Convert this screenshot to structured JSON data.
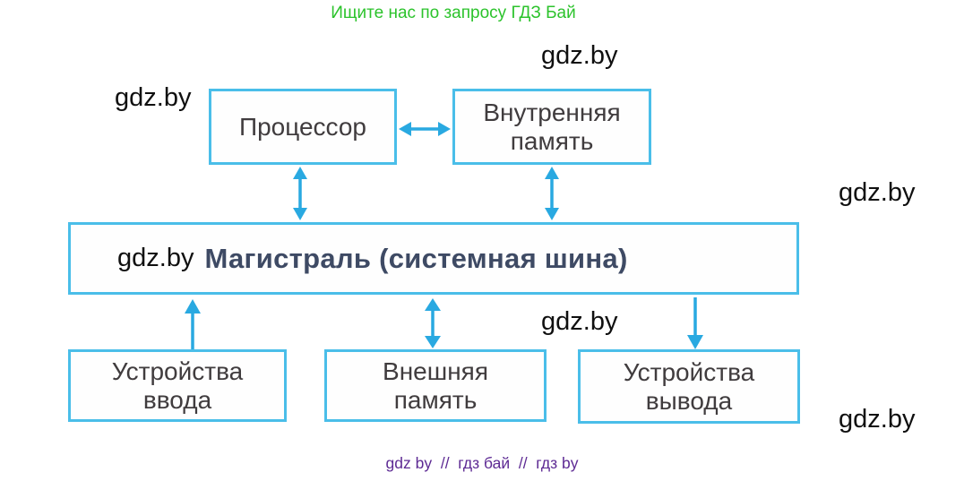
{
  "header": {
    "text": "Ищите нас по запросу ГДЗ Бай"
  },
  "footer": {
    "text": "gdz by  //  гдз бай  //  гдз by"
  },
  "watermark": {
    "text": "gdz.by"
  },
  "colors": {
    "header_green": "#2cc32c",
    "footer_purple": "#5e2b94",
    "box_border_blue": "#4abee9",
    "arrow_blue": "#29a9e1",
    "box_label_dark": "#403c3e",
    "bus_label_dark": "#3e4a64",
    "watermark_black": "#101010"
  },
  "diagram": {
    "nodes": [
      {
        "id": "processor",
        "label": "Процессор"
      },
      {
        "id": "internal-memory",
        "label": "Внутренняя память"
      },
      {
        "id": "bus",
        "label": "Магистраль (системная шина)"
      },
      {
        "id": "input-devices",
        "label": "Устройства ввода"
      },
      {
        "id": "external-memory",
        "label": "Внешняя память"
      },
      {
        "id": "output-devices",
        "label": "Устройства вывода"
      }
    ],
    "connections": [
      {
        "from": "Процессор",
        "to": "Внутренняя память",
        "arrows": "both"
      },
      {
        "from": "Процессор",
        "to": "Магистраль",
        "arrows": "both"
      },
      {
        "from": "Внутренняя память",
        "to": "Магистраль",
        "arrows": "both"
      },
      {
        "from": "Устройства ввода",
        "to": "Магистраль",
        "arrows": "one-way-to-bus"
      },
      {
        "from": "Внешняя память",
        "to": "Магистраль",
        "arrows": "both"
      },
      {
        "from": "Магистраль",
        "to": "Устройства вывода",
        "arrows": "one-way-to-device"
      }
    ]
  }
}
